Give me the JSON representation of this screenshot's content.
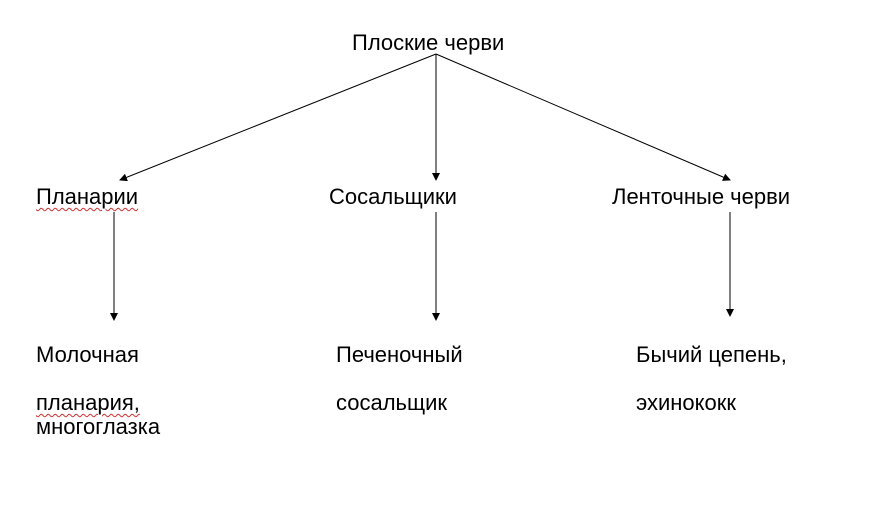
{
  "root": {
    "label": "Плоские черви"
  },
  "classes": [
    {
      "label": "Планарии",
      "example_line1": "Молочная",
      "example_line2": "планария,",
      "example_line3": "многоглазка"
    },
    {
      "label": "Сосальщики",
      "example_line1": "Печеночный",
      "example_line2": "сосальщик",
      "example_line3": ""
    },
    {
      "label": "Ленточные черви",
      "example_line1": "Бычий цепень,",
      "example_line2": "эхинококк",
      "example_line3": ""
    }
  ],
  "colors": {
    "line": "#000000",
    "text": "#000000",
    "spellcheck": "#d03030"
  }
}
